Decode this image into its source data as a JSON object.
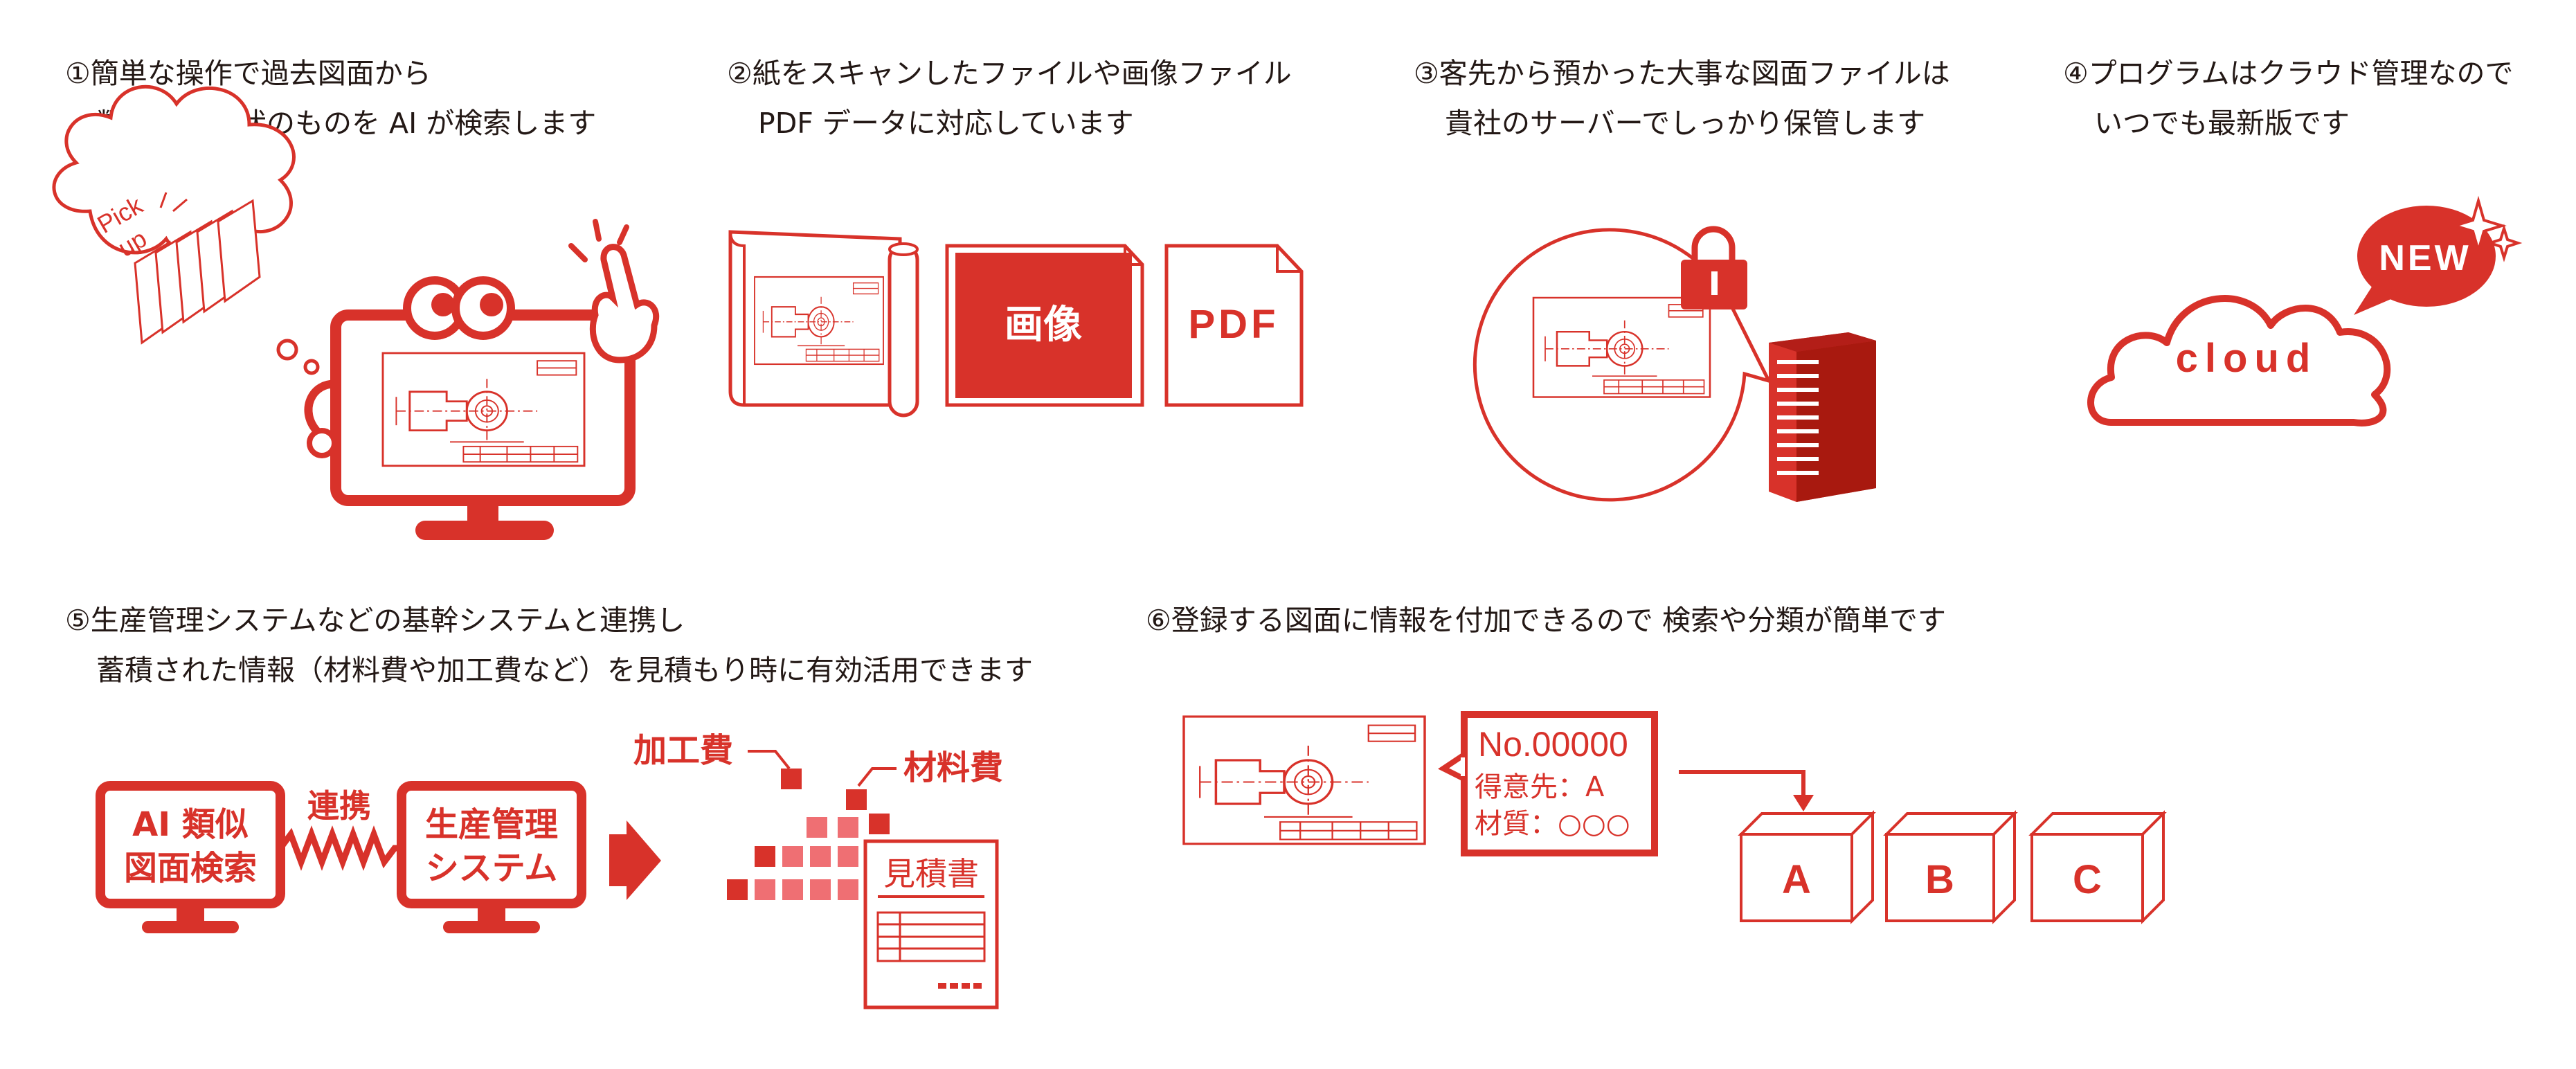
{
  "colors": {
    "accent": "#d8322a",
    "accent_light": "#ef6f73",
    "text": "#231815",
    "background": "#ffffff"
  },
  "features": [
    {
      "lines": [
        "①簡単な操作で過去図面から",
        "類似した形状のものを AI が検索します"
      ],
      "art": {
        "bubble_text_1": "Pick",
        "bubble_text_2": "up"
      }
    },
    {
      "lines": [
        "②紙をスキャンしたファイルや画像ファイル",
        "PDF データに対応しています"
      ],
      "art": {
        "image_label": "画像",
        "pdf_label": "PDF"
      }
    },
    {
      "lines": [
        "③客先から預かった大事な図面ファイルは",
        "貴社のサーバーでしっかり保管します"
      ]
    },
    {
      "lines": [
        "④プログラムはクラウド管理なので",
        "いつでも最新版です"
      ],
      "art": {
        "cloud_label": "cloud",
        "badge_label": "NEW"
      }
    },
    {
      "lines": [
        "⑤生産管理システムなどの基幹システムと連携し",
        "蓄積された情報（材料費や加工費など）を見積もり時に有効活用できます"
      ],
      "art": {
        "monitor1_line1": "AI 類似",
        "monitor1_line2": "図面検索",
        "link_label": "連携",
        "monitor2_line1": "生産管理",
        "monitor2_line2": "システム",
        "label_processing": "加工費",
        "label_material": "材料費",
        "estimate_label": "見積書"
      }
    },
    {
      "lines": [
        "⑥登録する図面に情報を付加できるので 検索や分類が簡単です"
      ],
      "art": {
        "info_number": "No.00000",
        "info_client": "得意先：A",
        "info_material": "材質：○○○",
        "boxes": [
          "A",
          "B",
          "C"
        ]
      }
    }
  ]
}
